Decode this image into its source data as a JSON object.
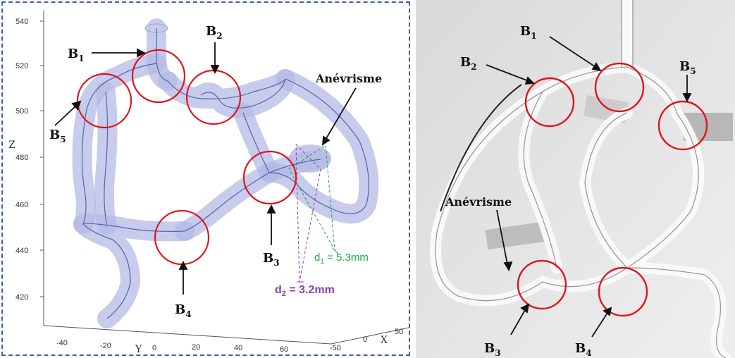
{
  "left": {
    "labels": {
      "b1_main": "B",
      "b1_sub": "1",
      "b2_main": "B",
      "b2_sub": "2",
      "b3_main": "B",
      "b3_sub": "3",
      "b4_main": "B",
      "b4_sub": "4",
      "b5_main": "B",
      "b5_sub": "5",
      "aneurysm": "Anévrisme",
      "d1": "d",
      "d1_sub": "1",
      "d1_value": " = 5.3mm",
      "d2": "d",
      "d2_sub": "2",
      "d2_value": " = 3.2mm"
    },
    "axes": {
      "z_name": "Z",
      "y_name": "Y",
      "x_name": "X",
      "z_ticks": [
        "540",
        "520",
        "500",
        "480",
        "460",
        "440",
        "420"
      ],
      "y_ticks": [
        "-40",
        "-20",
        "0",
        "20",
        "40",
        "60"
      ],
      "x_ticks": [
        "-50",
        "0",
        "50"
      ]
    },
    "colors": {
      "tube": "#b4b9e6",
      "centerline": "#5566a8",
      "circle": "#e0141a",
      "d1_color": "#1aa84a",
      "d2_color": "#8a3fb3",
      "border": "#3d5fa8"
    }
  },
  "right": {
    "labels": {
      "b1_main": "B",
      "b1_sub": "1",
      "b2_main": "B",
      "b2_sub": "2",
      "b3_main": "B",
      "b3_sub": "3",
      "b4_main": "B",
      "b4_sub": "4",
      "b5_main": "B",
      "b5_sub": "5",
      "aneurysm": "Anévrisme"
    }
  }
}
